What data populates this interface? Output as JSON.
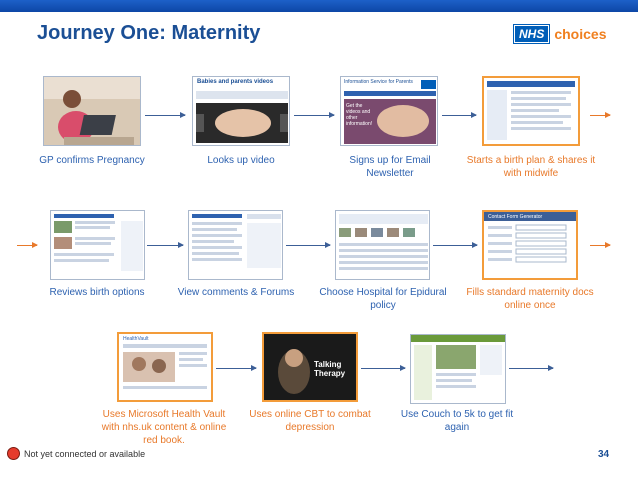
{
  "slide": {
    "title": "Journey One: Maternity",
    "page_number": "34",
    "footer_note": "Not yet connected or available"
  },
  "logo": {
    "nhs": "NHS",
    "choices": "choices"
  },
  "steps": [
    {
      "label": "GP confirms Pregnancy",
      "accent": "blue"
    },
    {
      "label": "Looks up video",
      "accent": "blue"
    },
    {
      "label": "Signs up for Email Newsletter",
      "accent": "blue"
    },
    {
      "label": "Starts a birth plan & shares it with midwife",
      "accent": "orange"
    },
    {
      "label": "Reviews birth options",
      "accent": "blue"
    },
    {
      "label": "View comments & Forums",
      "accent": "blue"
    },
    {
      "label": "Choose Hospital for Epidural policy",
      "accent": "blue"
    },
    {
      "label": "Fills standard maternity docs online once",
      "accent": "orange"
    },
    {
      "label": "Uses Microsoft Health Vault with nhs.uk content & online red book.",
      "accent": "orange"
    },
    {
      "label": "Uses online CBT to combat depression",
      "accent": "orange"
    },
    {
      "label": "Use Couch to 5k to get fit again",
      "accent": "blue"
    }
  ],
  "thumb_text": {
    "video_title": "Babies and parents videos",
    "newsletter_title": "Information Service for Parents",
    "newsletter_tag": "Get the videos and other information!",
    "form_title": "Contact Form Generator",
    "talking": "Talking Therapy",
    "vault": "HealthVault"
  },
  "colors": {
    "title": "#1b4f95",
    "accent_blue": "#2e62b0",
    "accent_orange": "#e8792a",
    "nhs_blue": "#005eb8"
  }
}
